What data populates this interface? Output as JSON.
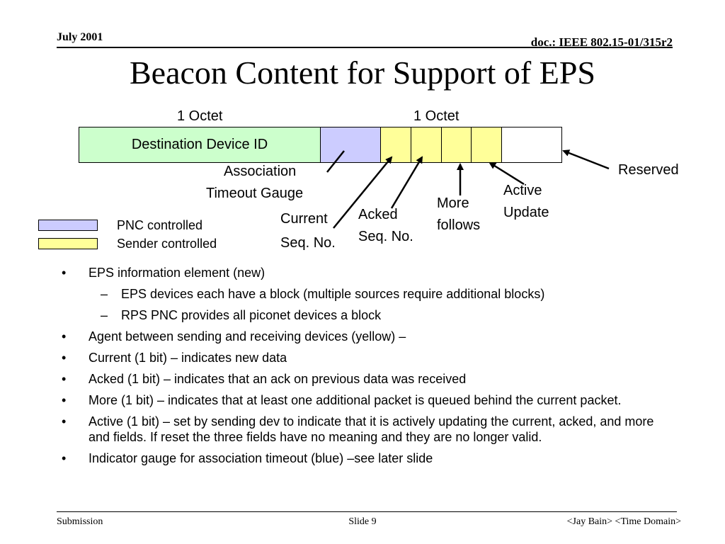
{
  "header": {
    "date": "July 2001",
    "doc": "doc.: IEEE 802.15-01/315r2"
  },
  "title": "Beacon Content for Support of EPS",
  "diagram": {
    "octet_left": "1 Octet",
    "octet_right": "1 Octet",
    "dest_field": "Destination Device ID",
    "labels": {
      "assoc_line1": "Association",
      "assoc_line2": "Timeout Gauge",
      "current_line1": "Current",
      "current_line2": "Seq. No.",
      "acked_line1": "Acked",
      "acked_line2": "Seq. No.",
      "more_line1": "More",
      "more_line2": "follows",
      "active_line1": "Active",
      "active_line2": "Update",
      "reserved": "Reserved"
    },
    "colors": {
      "dest": "#ccffcc",
      "pnc": "#ccccff",
      "sender": "#ffff99"
    }
  },
  "legend": [
    {
      "label": "PNC controlled",
      "color": "#ccccff"
    },
    {
      "label": "Sender controlled",
      "color": "#ffff99"
    }
  ],
  "bullets": [
    {
      "level": 1,
      "marker": "•",
      "text": "EPS information element (new)"
    },
    {
      "level": 2,
      "marker": "–",
      "text": "EPS devices each have a block (multiple sources require additional blocks)"
    },
    {
      "level": 2,
      "marker": "–",
      "text": "RPS PNC provides all piconet devices a block"
    },
    {
      "level": 1,
      "marker": "•",
      "text": "Agent between sending and receiving devices (yellow) –"
    },
    {
      "level": 1,
      "marker": "•",
      "text": "Current (1 bit) – indicates new data"
    },
    {
      "level": 1,
      "marker": "•",
      "text": "Acked (1 bit) – indicates that an ack on previous data was received"
    },
    {
      "level": 1,
      "marker": "•",
      "text": "More (1 bit) – indicates that at least one additional packet is queued behind the current packet."
    },
    {
      "level": 1,
      "marker": "•",
      "text": "Active (1 bit) – set by sending dev to indicate that it is actively updating the current, acked, and more and fields. If reset the three fields have no meaning and they are no longer valid."
    },
    {
      "level": 1,
      "marker": "•",
      "text": "Indicator gauge for association timeout (blue) –see later slide"
    }
  ],
  "footer": {
    "left": "Submission",
    "center": "Slide 9",
    "right": "<Jay Bain> <Time Domain>"
  }
}
